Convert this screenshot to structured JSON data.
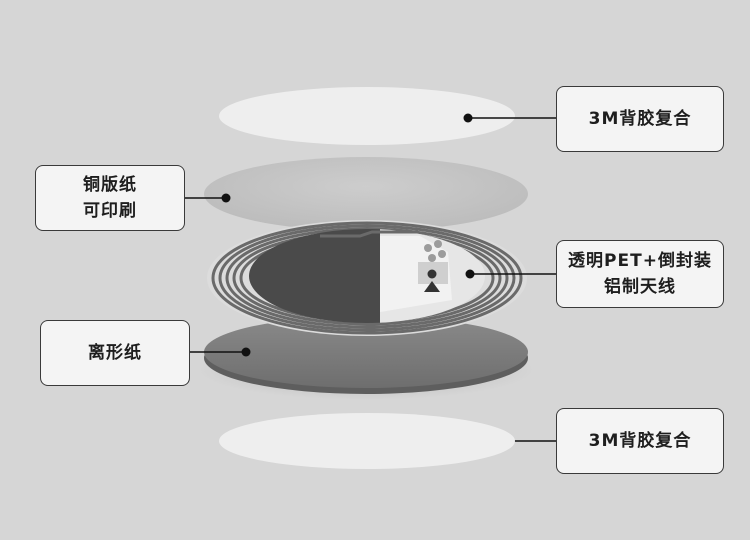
{
  "labels": {
    "top_adhesive": "3M背胶复合",
    "coated_paper_line1": "铜版纸",
    "coated_paper_line2": "可印刷",
    "antenna_line1": "透明PET+倒封装",
    "antenna_line2": "铝制天线",
    "release_paper": "离形纸",
    "bottom_adhesive": "3M背胶复合"
  },
  "colors": {
    "background": "#d6d6d6",
    "adhesive_layer": "#eeeeee",
    "paper_layer": "#c8c8c8",
    "release_layer": "#7e7e7e",
    "chip_dark": "#4a4a4a",
    "chip_light": "#e6e6e6",
    "pointer": "#111111"
  }
}
